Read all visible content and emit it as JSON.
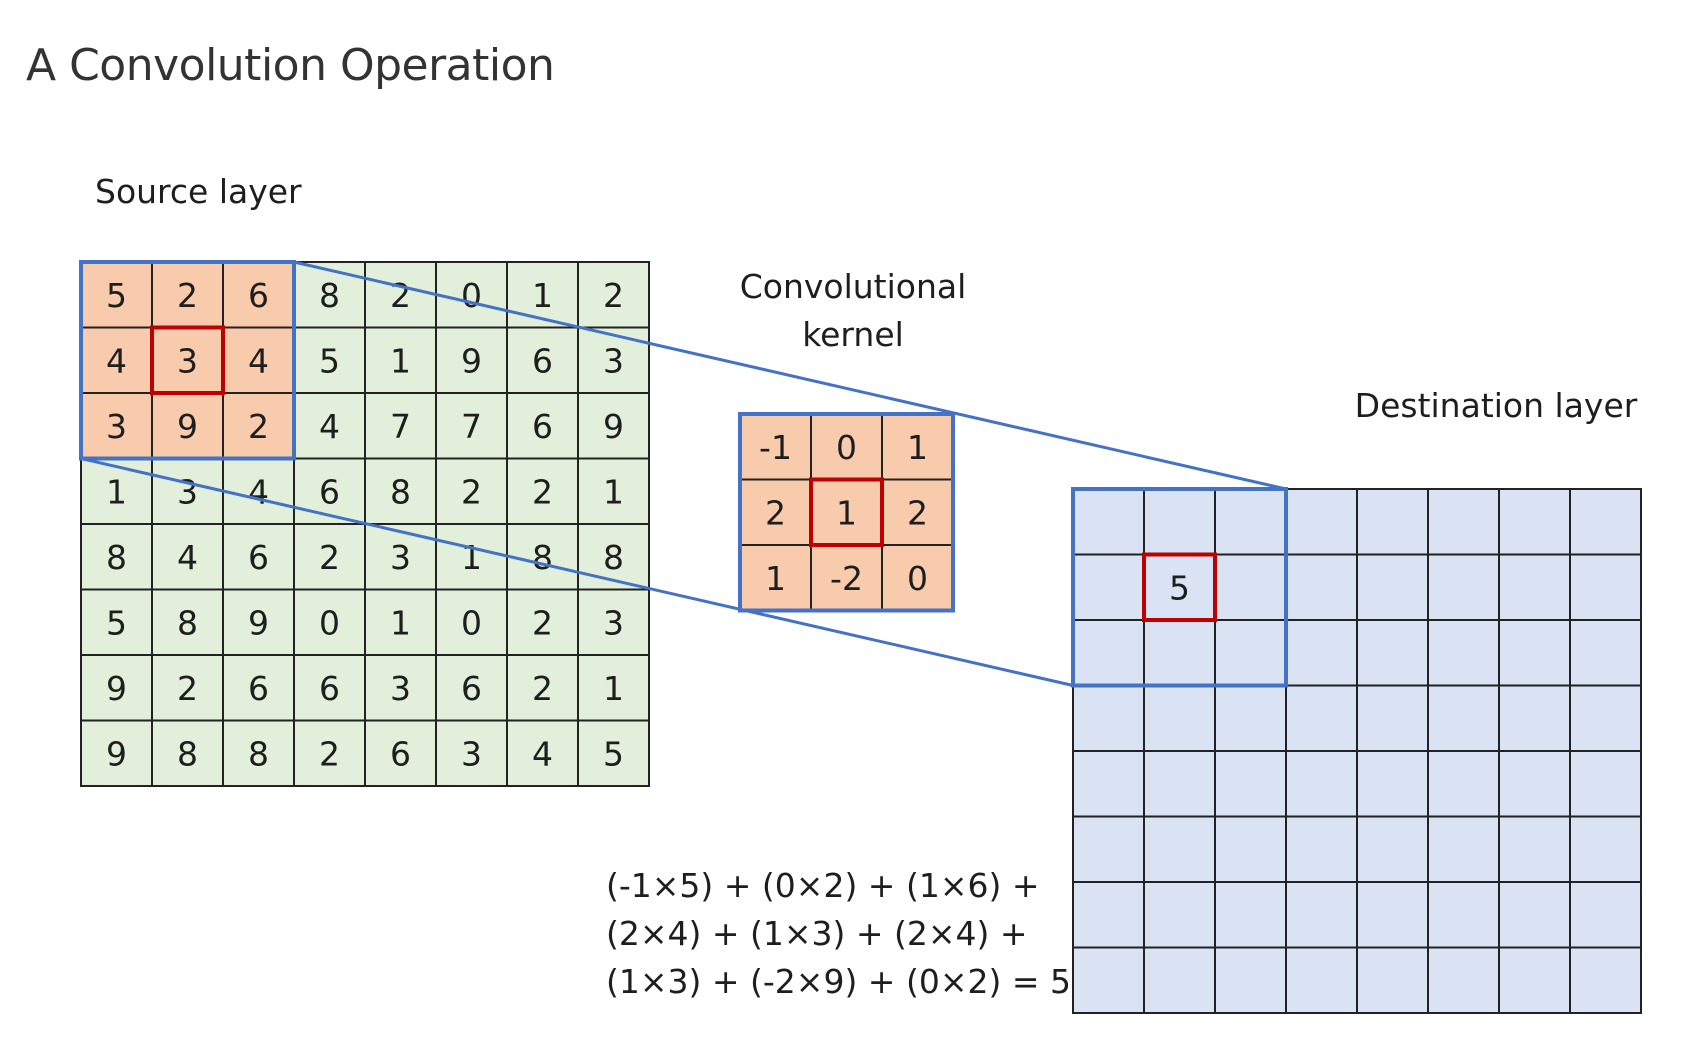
{
  "title": "A Convolution Operation",
  "source_layer": {
    "label": "Source layer",
    "values": [
      [
        "5",
        "2",
        "6",
        "8",
        "2",
        "0",
        "1",
        "2"
      ],
      [
        "4",
        "3",
        "4",
        "5",
        "1",
        "9",
        "6",
        "3"
      ],
      [
        "3",
        "9",
        "2",
        "4",
        "7",
        "7",
        "6",
        "9"
      ],
      [
        "1",
        "3",
        "4",
        "6",
        "8",
        "2",
        "2",
        "1"
      ],
      [
        "8",
        "4",
        "6",
        "2",
        "3",
        "1",
        "8",
        "8"
      ],
      [
        "5",
        "8",
        "9",
        "0",
        "1",
        "0",
        "2",
        "3"
      ],
      [
        "9",
        "2",
        "6",
        "6",
        "3",
        "6",
        "2",
        "1"
      ],
      [
        "9",
        "8",
        "8",
        "2",
        "6",
        "3",
        "4",
        "5"
      ]
    ]
  },
  "kernel": {
    "label_line1": "Convolutional",
    "label_line2": "kernel",
    "values": [
      [
        "-1",
        "0",
        "1"
      ],
      [
        "2",
        "1",
        "2"
      ],
      [
        "1",
        "-2",
        "0"
      ]
    ]
  },
  "destination_layer": {
    "label": "Destination layer",
    "result_value": "5"
  },
  "formula": {
    "line1": "(-1×5) + (0×2) + (1×6) +",
    "line2": "(2×4) + (1×3) + (2×4) +",
    "line3": "(1×3) + (-2×9) + (0×2) = 5"
  },
  "colors": {
    "source_fill": "#e2efda",
    "highlight_fill": "#f8cbad",
    "destination_fill": "#dae3f3",
    "window_outline": "#4472c4",
    "center_outline": "#c00000",
    "grid_line": "#222222"
  }
}
